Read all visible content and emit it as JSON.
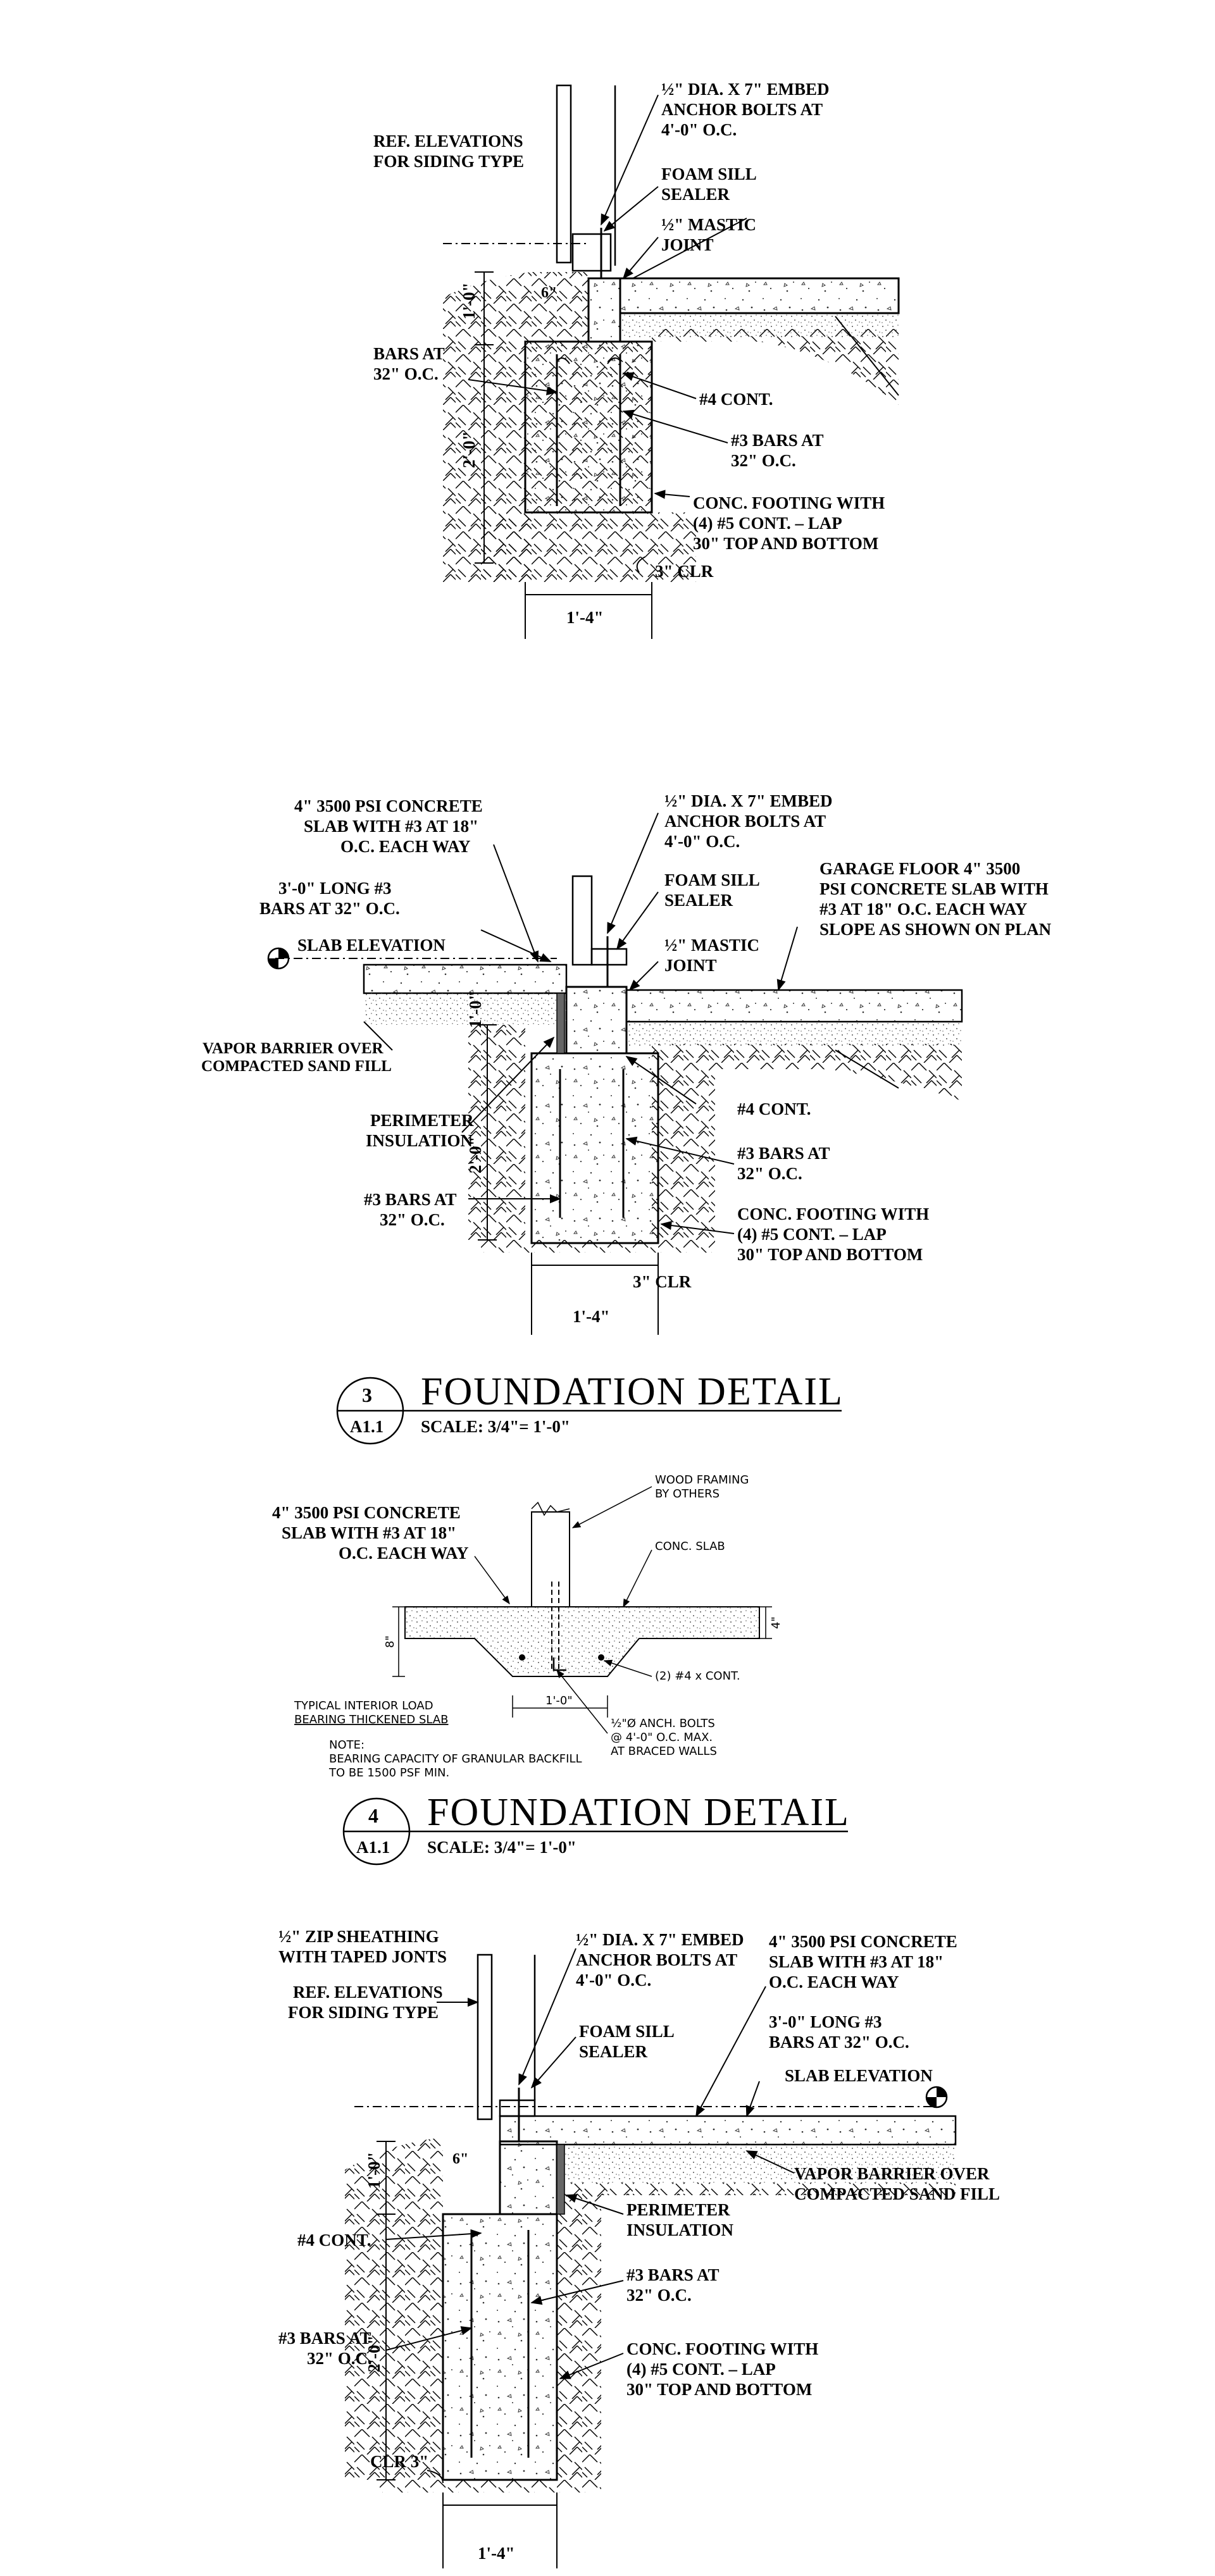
{
  "d1": {
    "anchor": [
      "½\" DIA. X 7\" EMBED",
      "ANCHOR BOLTS AT",
      "4'-0\" O.C."
    ],
    "refelev": [
      "REF. ELEVATIONS",
      "FOR SIDING TYPE"
    ],
    "foam": [
      "FOAM SILL",
      "SEALER"
    ],
    "mastic": [
      "½\" MASTIC",
      "JOINT"
    ],
    "bars": [
      "BARS AT",
      "32\" O.C."
    ],
    "cont4": "#4 CONT.",
    "bars3": [
      "#3 BARS AT",
      "32\" O.C."
    ],
    "footing": [
      "CONC. FOOTING WITH",
      "(4) #5 CONT. – LAP",
      "30\" TOP AND BOTTOM"
    ],
    "clr": "3\" CLR",
    "dim_w": "1'-4\"",
    "dim_h1": "1'-0\"",
    "dim_h2": "2'-0\"",
    "dim_6": "6\""
  },
  "d3": {
    "slab": [
      "4\" 3500 PSI CONCRETE",
      "SLAB WITH #3 AT 18\"",
      "O.C. EACH WAY"
    ],
    "anchor": [
      "½\" DIA. X 7\" EMBED",
      "ANCHOR BOLTS AT",
      "4'-0\" O.C."
    ],
    "long3": [
      "3'-0\" LONG #3",
      "BARS AT 32\" O.C."
    ],
    "foam": [
      "FOAM SILL",
      "SEALER"
    ],
    "garage": [
      "GARAGE FLOOR 4\" 3500",
      "PSI CONCRETE SLAB WITH",
      "#3 AT 18\" O.C. EACH WAY",
      "SLOPE AS SHOWN ON PLAN"
    ],
    "slabelev": "SLAB ELEVATION",
    "mastic": [
      "½\" MASTIC",
      "JOINT"
    ],
    "vapor": [
      "VAPOR BARRIER OVER",
      "COMPACTED SAND FILL"
    ],
    "perim": [
      "PERIMETER",
      "INSULATION"
    ],
    "cont4": "#4 CONT.",
    "bars3r": [
      "#3 BARS AT",
      "32\" O.C."
    ],
    "bars3l": [
      "#3 BARS AT",
      "32\" O.C."
    ],
    "footing": [
      "CONC. FOOTING WITH",
      "(4) #5 CONT. – LAP",
      "30\" TOP AND BOTTOM"
    ],
    "clr": "3\" CLR",
    "dim_w": "1'-4\"",
    "dim_h1": "1'-0\"",
    "dim_h2": "2'-0\"",
    "title": {
      "num": "3",
      "sheet": "A1.1",
      "name": "FOUNDATION DETAIL",
      "scale": "SCALE: 3/4\"= 1'-0\""
    }
  },
  "d4": {
    "slab": [
      "4\" 3500 PSI CONCRETE",
      "SLAB WITH #3 AT 18\"",
      "O.C. EACH WAY"
    ],
    "wood": [
      "WOOD FRAMING",
      "BY OTHERS"
    ],
    "concslab": "CONC. SLAB",
    "bars": "(2) #4 x CONT.",
    "anch": [
      "½\"Ø ANCH. BOLTS",
      "@ 4'-0\" O.C. MAX.",
      "AT BRACED WALLS"
    ],
    "typical": [
      "TYPICAL INTERIOR LOAD",
      "BEARING THICKENED SLAB"
    ],
    "note": [
      "NOTE:",
      "BEARING CAPACITY OF GRANULAR BACKFILL",
      "TO BE 1500 PSF MIN."
    ],
    "dim_8": "8\"",
    "dim_4": "4\"",
    "dim_w": "1'-0\"",
    "title": {
      "num": "4",
      "sheet": "A1.1",
      "name": "FOUNDATION DETAIL",
      "scale": "SCALE: 3/4\"= 1'-0\""
    }
  },
  "d5": {
    "zip": [
      "½\" ZIP SHEATHING",
      "WITH TAPED JONTS"
    ],
    "anchor": [
      "½\" DIA. X 7\" EMBED",
      "ANCHOR BOLTS AT",
      "4'-0\" O.C."
    ],
    "slab": [
      "4\" 3500 PSI CONCRETE",
      "SLAB WITH #3 AT 18\"",
      "O.C. EACH WAY"
    ],
    "refelev": [
      "REF. ELEVATIONS",
      "FOR SIDING TYPE"
    ],
    "long3": [
      "3'-0\" LONG #3",
      "BARS AT 32\" O.C."
    ],
    "foam": [
      "FOAM SILL",
      "SEALER"
    ],
    "slabelev": "SLAB ELEVATION",
    "vapor": [
      "VAPOR BARRIER OVER",
      "COMPACTED SAND FILL"
    ],
    "perim": [
      "PERIMETER",
      "INSULATION"
    ],
    "cont4": "#4 CONT.",
    "bars3r": [
      "#3 BARS AT",
      "32\" O.C."
    ],
    "bars3l": [
      "#3 BARS AT",
      "32\" O.C."
    ],
    "footing": [
      "CONC. FOOTING WITH",
      "(4) #5 CONT. – LAP",
      "30\" TOP AND BOTTOM"
    ],
    "clr": "CLR 3\"",
    "dim_w": "1'-4\"",
    "dim_h1": "1'-0\"",
    "dim_h2": "2'-0\"",
    "dim_6": "6\""
  }
}
